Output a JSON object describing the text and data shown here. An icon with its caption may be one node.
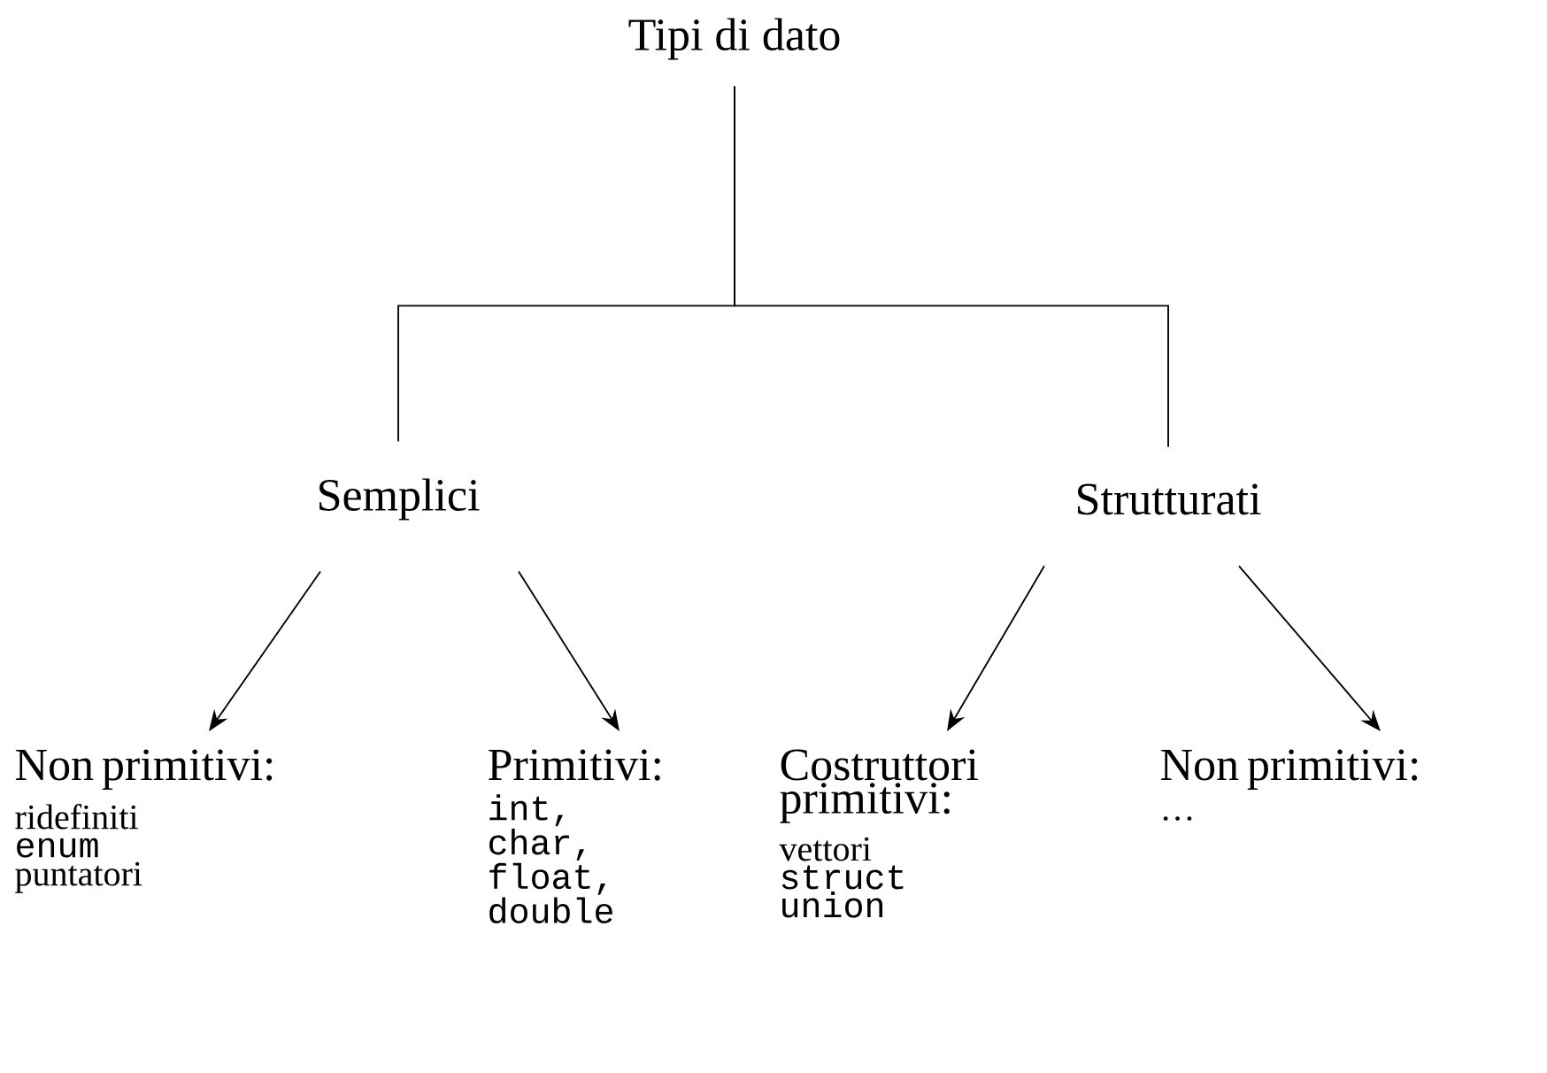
{
  "diagram": {
    "nodes": [
      {
        "text": [
          "Tipi di dato"
        ]
      },
      {
        "text": [
          "Semplici"
        ]
      },
      {
        "text": [
          "Strutturati"
        ]
      },
      {
        "text": [
          "Non primitivi:",
          "ridefiniti",
          "enum",
          "puntatori"
        ]
      },
      {
        "text": [
          "Primitivi:",
          "int,",
          "char,",
          "float,",
          "double"
        ]
      },
      {
        "text": [
          "Costruttori primitivi:",
          "vettori",
          "struct",
          "union"
        ]
      },
      {
        "text": [
          "Non primitivi:",
          "…"
        ]
      }
    ],
    "edges": [
      {
        "from": 0,
        "to": 1,
        "arrow": "none"
      },
      {
        "from": 0,
        "to": 2,
        "arrow": "none"
      },
      {
        "from": 1,
        "to": 3,
        "arrow": "to"
      },
      {
        "from": 1,
        "to": 4,
        "arrow": "to"
      },
      {
        "from": 2,
        "to": 5,
        "arrow": "to"
      },
      {
        "from": 2,
        "to": 6,
        "arrow": "to"
      }
    ]
  }
}
